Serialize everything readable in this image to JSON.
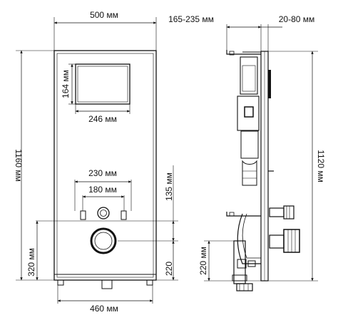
{
  "front_view": {
    "width_label": "500 мм",
    "height_label": "1160 мм",
    "panel_height_label": "164 мм",
    "panel_width_label": "246 мм",
    "stud_outer_label": "230 мм",
    "stud_inner_label": "180 мм",
    "outlet_to_inlet_label": "135 мм",
    "outlet_height_left_label": "320 мм",
    "outlet_height_right_label": "220",
    "feet_width_label": "460 мм"
  },
  "side_view": {
    "depth_range_label": "165-235 мм",
    "wall_range_label": "20-80 мм",
    "frame_height_label": "1120 мм",
    "outlet_height_label": "220 мм"
  },
  "colors": {
    "line": "#111111",
    "background": "#ffffff"
  }
}
